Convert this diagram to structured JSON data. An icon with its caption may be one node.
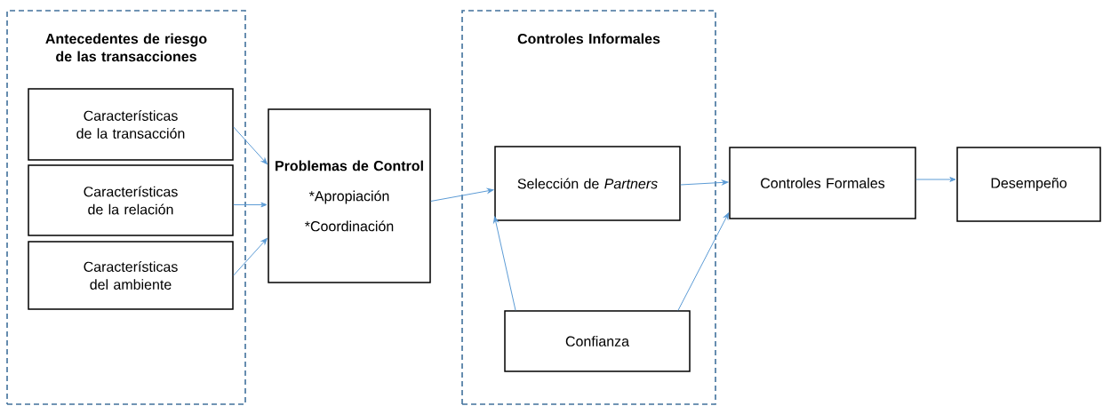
{
  "diagram": {
    "nodes": [
      {
        "text": [
          "Antecedentes de riesgo de las transacciones"
        ]
      },
      {
        "text": [
          "Características de la transacción"
        ],
        "in": 0
      },
      {
        "text": [
          "Características de la relación"
        ],
        "in": 0
      },
      {
        "text": [
          "Características del ambiente"
        ],
        "in": 0
      },
      {
        "text": [
          "Problemas de Control",
          "*Apropiación",
          "*Coordinación"
        ]
      },
      {
        "text": [
          "Controles Informales"
        ]
      },
      {
        "text": [
          "Selección de *Partners*"
        ],
        "in": 5
      },
      {
        "text": [
          "Confianza"
        ],
        "in": 5
      },
      {
        "text": [
          "Controles Formales"
        ]
      },
      {
        "text": [
          "Desempeño"
        ]
      }
    ],
    "edges": [
      {
        "from": 1,
        "to": 4,
        "arrow": "to"
      },
      {
        "from": 2,
        "to": 4,
        "arrow": "to"
      },
      {
        "from": 3,
        "to": 4,
        "arrow": "to"
      },
      {
        "from": 4,
        "to": 6,
        "arrow": "to"
      },
      {
        "from": 7,
        "to": 6,
        "arrow": "to"
      },
      {
        "from": 6,
        "to": 8,
        "arrow": "to"
      },
      {
        "from": 7,
        "to": 8,
        "arrow": "to"
      },
      {
        "from": 8,
        "to": 9,
        "arrow": "to"
      }
    ]
  }
}
